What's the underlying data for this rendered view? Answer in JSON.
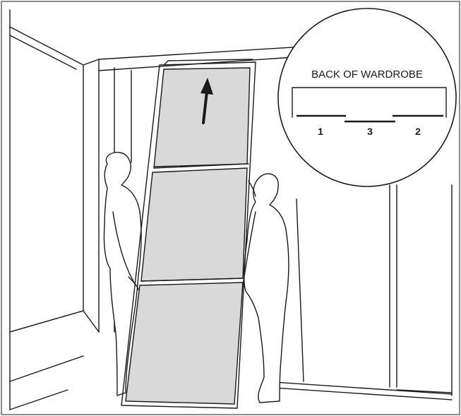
{
  "inset": {
    "title": "BACK OF WARDROBE",
    "tracks": [
      "1",
      "3",
      "2"
    ]
  },
  "colors": {
    "panel": "#d9d9d9",
    "line": "#1a1a1a",
    "background": "#ffffff"
  },
  "icons": {
    "arrow": "up-arrow-icon"
  }
}
